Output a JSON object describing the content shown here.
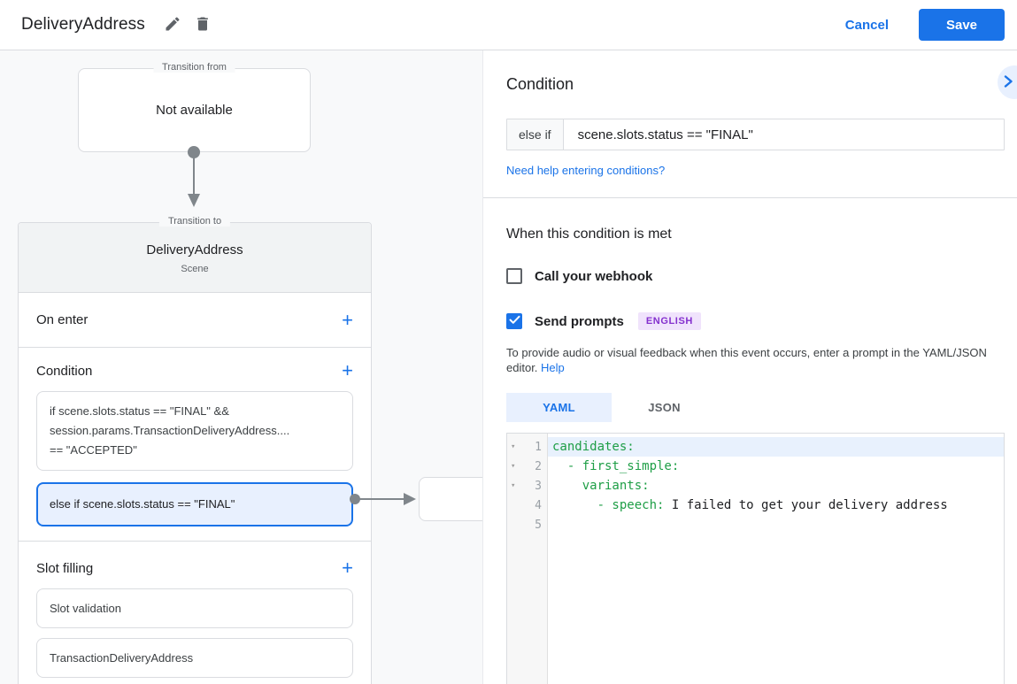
{
  "header": {
    "title": "DeliveryAddress",
    "cancel_label": "Cancel",
    "save_label": "Save"
  },
  "icons": {
    "plus": "+",
    "fold_arrow": "▾"
  },
  "diagram": {
    "transition_from": {
      "legend": "Transition from",
      "content": "Not available"
    },
    "scene_card": {
      "legend": "Transition to",
      "title": "DeliveryAddress",
      "subtitle": "Scene",
      "on_enter_label": "On enter",
      "condition_label": "Condition",
      "condition_1": {
        "line1": "if scene.slots.status == \"FINAL\" &&",
        "line2": "session.params.TransactionDeliveryAddress....",
        "line3": "== \"ACCEPTED\""
      },
      "condition_2": {
        "text": "else if scene.slots.status == \"FINAL\""
      },
      "slot_filling_label": "Slot filling",
      "slot_1": "Slot validation",
      "slot_2": "TransactionDeliveryAddress"
    }
  },
  "panel": {
    "title": "Condition",
    "condition_prefix": "else if",
    "condition_value": "scene.slots.status == \"FINAL\"",
    "help_link": "Need help entering conditions?",
    "when_met_title": "When this condition is met",
    "webhook_label": "Call your webhook",
    "prompts_label": "Send prompts",
    "language_badge": "ENGLISH",
    "description_line1": "To provide audio or visual feedback when this event occurs, enter a prompt in the YAML/JSON",
    "description_line2": "editor.",
    "description_help": "Help",
    "tab_yaml": "YAML",
    "tab_json": "JSON",
    "editor": {
      "lines": [
        {
          "num": "1",
          "key": "candidates:",
          "plain": ""
        },
        {
          "num": "2",
          "key": "  - first_simple:",
          "plain": ""
        },
        {
          "num": "3",
          "key": "    variants:",
          "plain": ""
        },
        {
          "num": "4",
          "key": "      - speech:",
          "plain": " I failed to get your delivery address"
        },
        {
          "num": "5",
          "key": "",
          "plain": ""
        }
      ]
    }
  },
  "colors": {
    "accent": "#1a73e8",
    "selected_condition_bg": "#e8f0fe",
    "yaml_key_green": "#1e9e46",
    "badge_bg": "#f0e3fc",
    "badge_text": "#8430ce",
    "panel_bg": "#f8f9fa"
  }
}
